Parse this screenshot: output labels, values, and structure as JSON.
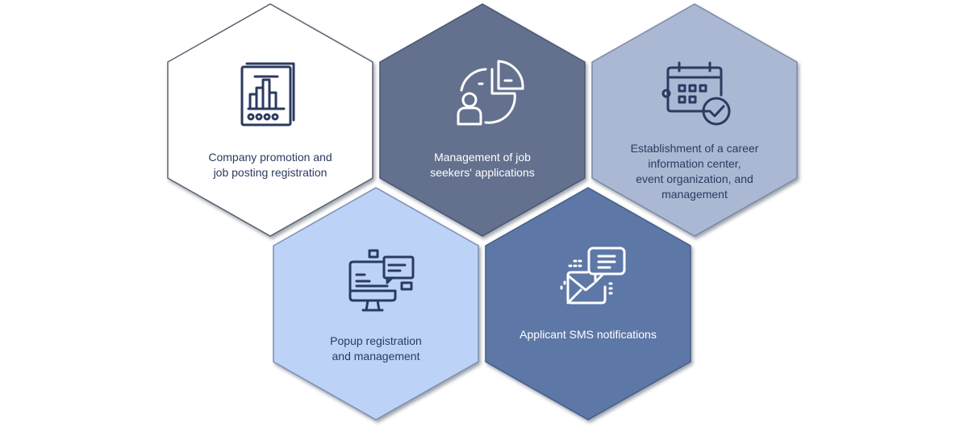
{
  "hexagons": [
    {
      "label": "Company promotion and\njob posting registration",
      "icon": "report-chart-icon",
      "fill": "#ffffff",
      "stroke": "#5a6170",
      "text_color": "#2b3a60",
      "icon_color": "#2b3a60"
    },
    {
      "label": "Management of job\nseekers' applications",
      "icon": "applicant-pie-chart-icon",
      "fill": "#63718e",
      "stroke": "#4a5672",
      "text_color": "#ffffff",
      "icon_color": "#ffffff"
    },
    {
      "label": "Establishment of a career\ninformation center,\nevent organization, and\nmanagement",
      "icon": "calendar-check-icon",
      "fill": "#aab8d4",
      "stroke": "#7c89a5",
      "text_color": "#2b3a60",
      "icon_color": "#2b3a60"
    },
    {
      "label": "Popup registration\nand management",
      "icon": "monitor-popup-icon",
      "fill": "#bcd3f7",
      "stroke": "#7f8fb0",
      "text_color": "#2b3a60",
      "icon_color": "#2b3a60"
    },
    {
      "label": "Applicant SMS notifications",
      "icon": "sms-message-icon",
      "fill": "#5d78a7",
      "stroke": "#465d87",
      "text_color": "#ffffff",
      "icon_color": "#ffffff"
    }
  ]
}
